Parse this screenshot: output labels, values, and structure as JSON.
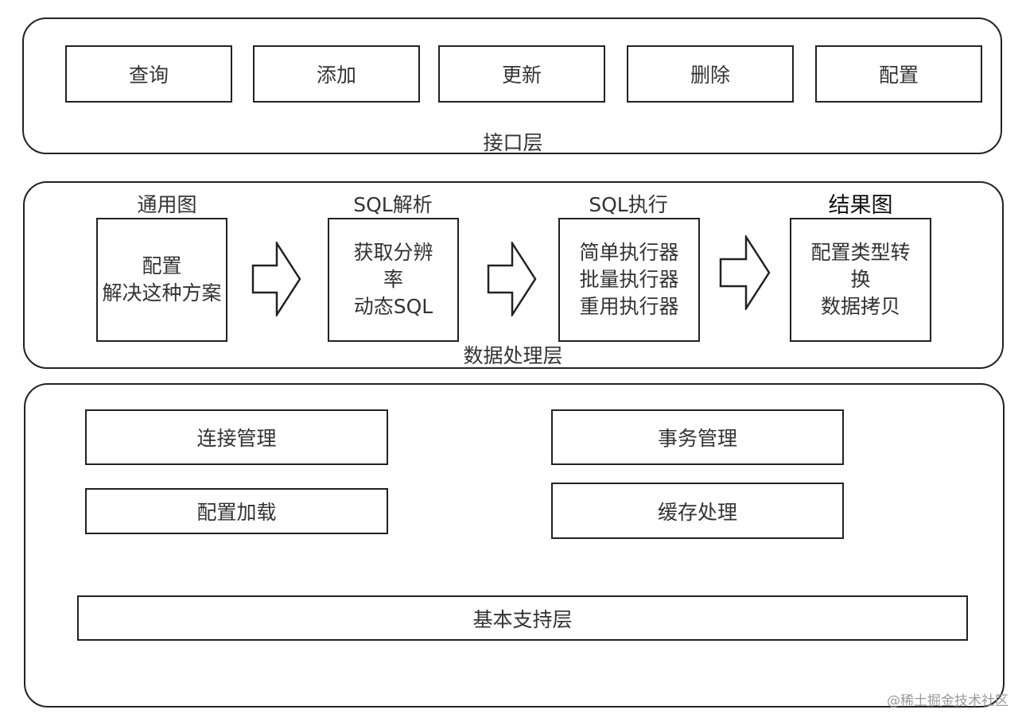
{
  "interface_layer": {
    "label": "接口层",
    "buttons": [
      "查询",
      "添加",
      "更新",
      "删除",
      "配置"
    ]
  },
  "data_layer": {
    "label": "数据处理层",
    "stages": [
      {
        "title": "通用图",
        "lines": [
          "配置",
          "解决这种方案"
        ]
      },
      {
        "title": "SQL解析",
        "lines": [
          "获取分辨",
          "率",
          "动态SQL"
        ]
      },
      {
        "title": "SQL执行",
        "lines": [
          "简单执行器",
          "批量执行器",
          "重用执行器"
        ]
      },
      {
        "title": "结果图",
        "lines": [
          "配置类型转",
          "换",
          "数据拷贝"
        ]
      }
    ]
  },
  "support_layer": {
    "label": "基本支持层",
    "modules": [
      "连接管理",
      "事务管理",
      "配置加载",
      "缓存处理"
    ]
  },
  "watermark": "@稀土掘金技术社区"
}
